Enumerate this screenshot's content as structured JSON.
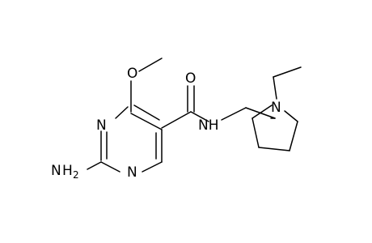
{
  "molecule": {
    "labels": {
      "n_ring_top": "N",
      "n_ring_bottom": "N",
      "amine_n": "H",
      "amine_sub": "2",
      "amine_n_letter": "N",
      "carbonyl_o": "O",
      "methoxy_o": "O",
      "amide_nh": "NH",
      "pyrrolidine_n": "N"
    },
    "colors": {
      "bond": "#000000",
      "text": "#000000",
      "background": "#ffffff"
    }
  }
}
